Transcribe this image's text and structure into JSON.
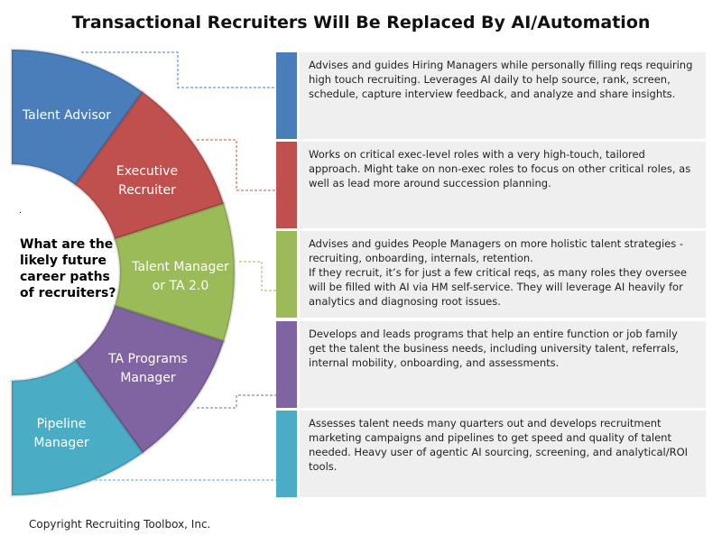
{
  "title": "Transactional Recruiters Will Be Replaced By AI/Automation",
  "question": "What are the likely future career paths of recruiters?",
  "dot": ".",
  "roles": [
    {
      "name": "Talent Advisor",
      "color": "#4a7ebb",
      "description": "Advises and guides Hiring Managers while personally filling reqs requiring high touch recruiting. Leverages AI daily to help source, rank, screen, schedule, capture interview feedback, and analyze and share insights."
    },
    {
      "name": "Executive Recruiter",
      "color": "#c0504d",
      "description": "Works on critical exec-level roles with a very high-touch, tailored approach. Might take on non-exec roles to focus on other critical roles, as well as lead more around succession planning."
    },
    {
      "name": "Talent Manager or TA 2.0",
      "color": "#9bbb59",
      "description": "Advises and guides People Managers on more holistic talent strategies - recruiting, onboarding, internals, retention.\nIf they recruit, it’s for just a few critical reqs, as many roles they oversee will be filled with AI via HM self-service. They will leverage AI heavily for analytics and diagnosing root issues."
    },
    {
      "name": "TA Programs Manager",
      "color": "#8064a2",
      "description": "Develops and leads programs that help an entire function or job family get the talent the business needs, including university talent, referrals, internal mobility, onboarding, and assessments."
    },
    {
      "name": "Pipeline Manager",
      "color": "#4bacc6",
      "description": "Assesses talent needs many quarters out and develops recruitment marketing campaigns and pipelines to get speed and quality of talent needed.  Heavy user of agentic AI sourcing, screening, and analytical/ROI tools."
    }
  ],
  "copyright": "Copyright Recruiting Toolbox, Inc."
}
